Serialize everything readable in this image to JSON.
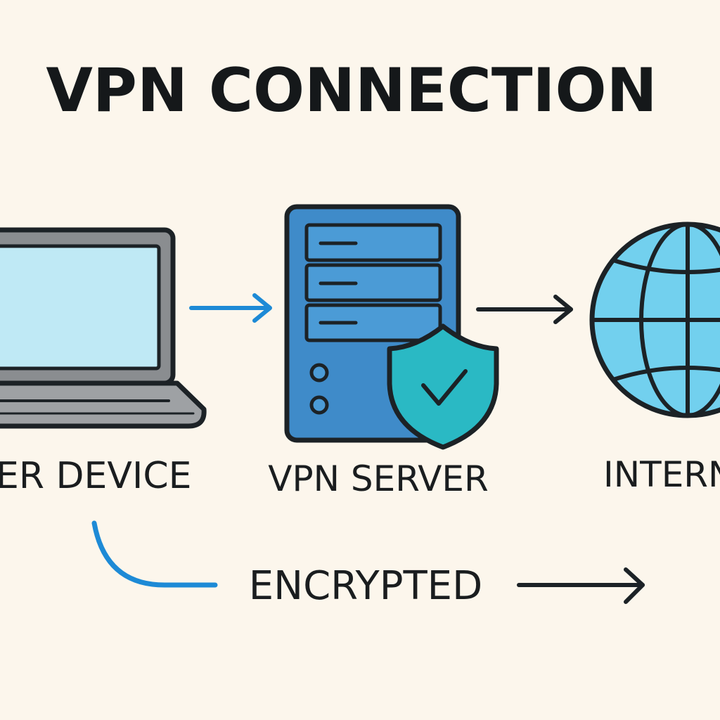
{
  "title": "VPN CONNECTION",
  "nodes": {
    "device": {
      "label": "ER DEVICE",
      "icon": "laptop-icon"
    },
    "server": {
      "label": "VPN SERVER",
      "icon": "server-icon",
      "badge_icon": "shield-check-icon"
    },
    "internet": {
      "label": "INTERN",
      "icon": "globe-icon"
    }
  },
  "encrypted_label": "ENCRYPTED",
  "colors": {
    "background": "#fcf6ec",
    "outline": "#1c2226",
    "laptop_screen": "#bfe9f5",
    "laptop_body": "#8a8d90",
    "server_blue": "#3f8bc9",
    "shield_teal": "#2ab9c4",
    "globe_blue": "#72d0ee",
    "accent_arrow": "#1d8ad6"
  }
}
